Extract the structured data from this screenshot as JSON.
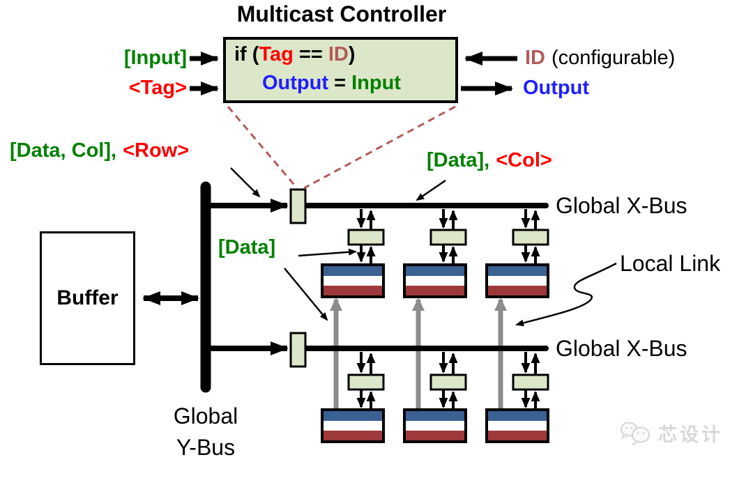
{
  "colors": {
    "green": "#008000",
    "red": "#ff0000",
    "blue": "#1f1fff",
    "brown": "#b25b5b",
    "box_fill": "#dce6c9",
    "pe_blue": "#3a6191",
    "pe_red": "#9e393b",
    "link_gray": "#8c8c8c",
    "bus_black": "#000000"
  },
  "controller": {
    "title": "Multicast Controller",
    "condition": {
      "kw": "if (",
      "tag": "Tag",
      "op": " == ",
      "id": "ID",
      "close": ")"
    },
    "assignment": {
      "lhs": "Output",
      "eq": " = ",
      "rhs": "Input"
    }
  },
  "ports": {
    "input": "[Input]",
    "tag": "<Tag>",
    "id": "ID",
    "id_note": "(configurable)",
    "output": "Output"
  },
  "annotations": {
    "row_tag": {
      "data_part": "[Data, Col],",
      "tag_part": "<Row>"
    },
    "col_tag": {
      "data_part": "[Data],",
      "tag_part": "<Col>"
    },
    "data_only": "[Data]",
    "local_link": "Local Link"
  },
  "buses": {
    "x_top": "Global X-Bus",
    "x_bottom": "Global X-Bus",
    "y_line1": "Global",
    "y_line2": "Y-Bus"
  },
  "buffer": {
    "label": "Buffer"
  },
  "watermark": {
    "icon": "wechat-icon",
    "text": "芯设计"
  }
}
